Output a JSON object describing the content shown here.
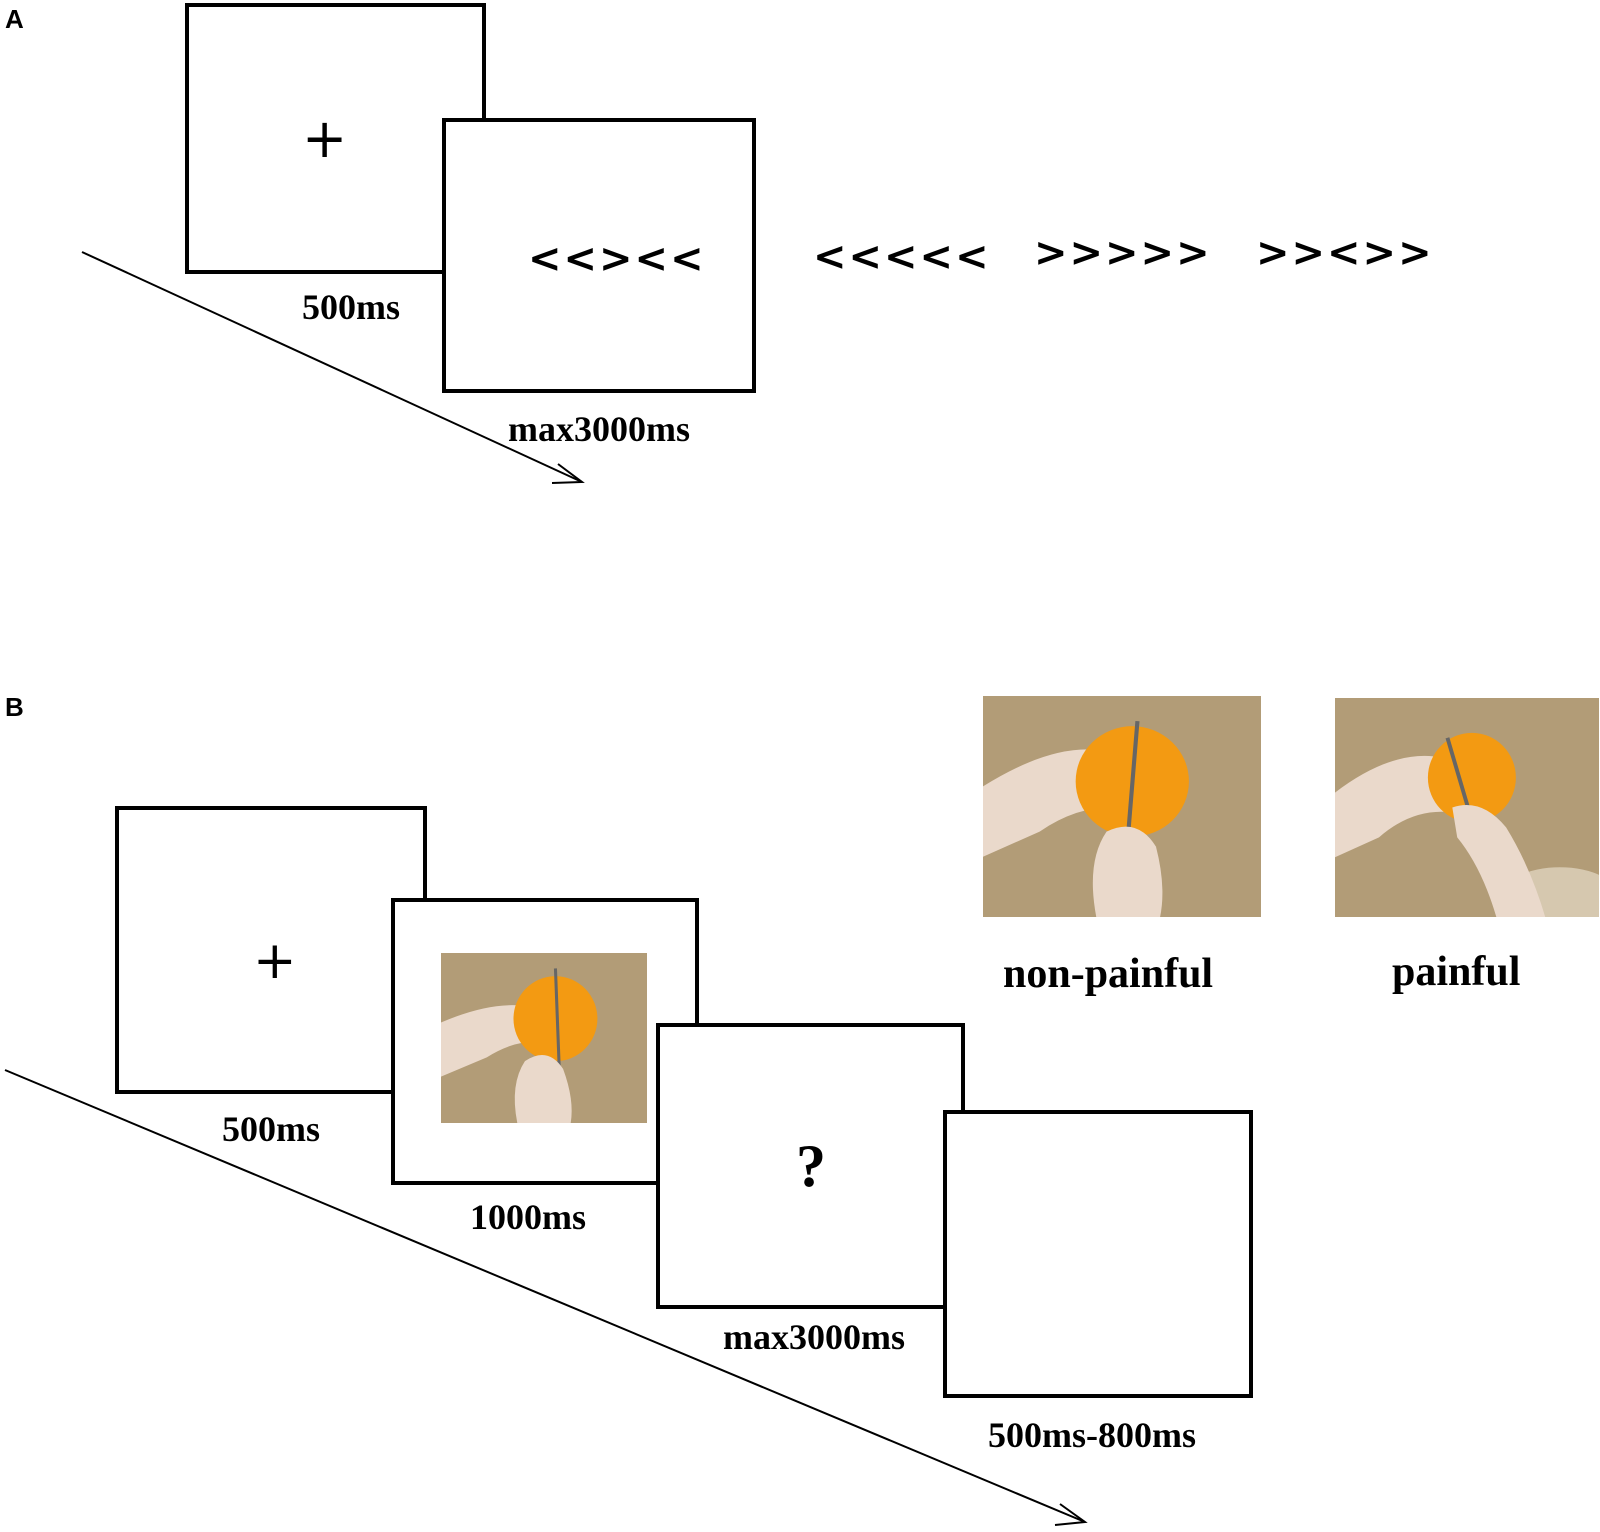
{
  "panels": {
    "a": {
      "letter": "A",
      "fixation_symbol": "+",
      "fixation_duration": "500ms",
      "flanker_current": "<<><<",
      "flanker_duration": "max3000ms",
      "flanker_examples": [
        "<<<<<",
        ">>>>>",
        ">><>>"
      ]
    },
    "b": {
      "letter": "B",
      "fixation_symbol": "+",
      "fixation_duration": "500ms",
      "picture_duration": "1000ms",
      "question_symbol": "?",
      "question_duration": "max3000ms",
      "blank_duration": "500ms-800ms",
      "examples": [
        {
          "label": "non-painful",
          "icon": "orange-cut-nonpainful-photo"
        },
        {
          "label": "painful",
          "icon": "orange-cut-painful-photo"
        }
      ]
    }
  },
  "colors": {
    "ink": "#000000",
    "table": "#b9a27d",
    "orange": "#f39a12",
    "skin": "#ead9cb"
  }
}
